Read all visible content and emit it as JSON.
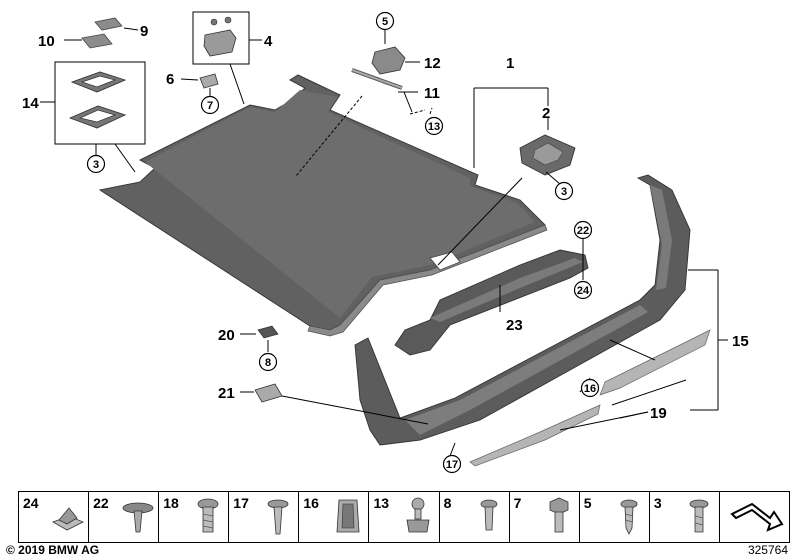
{
  "callouts": {
    "n1": "1",
    "n2": "2",
    "n3a": "3",
    "n3b": "3",
    "n4": "4",
    "n5": "5",
    "n6": "6",
    "n7": "7",
    "n8": "8",
    "n9": "9",
    "n10": "10",
    "n11": "11",
    "n12": "12",
    "n13": "13",
    "n14": "14",
    "n15": "15",
    "n16": "16",
    "n17": "17",
    "n19": "19",
    "n20": "20",
    "n21": "21",
    "n22": "22",
    "n23": "23",
    "n24": "24"
  },
  "legend": {
    "items": [
      {
        "number": "24",
        "icon": "spring-nut-icon"
      },
      {
        "number": "22",
        "icon": "push-rivet-icon"
      },
      {
        "number": "18",
        "icon": "torx-bolt-icon"
      },
      {
        "number": "17",
        "icon": "expanding-rivet-icon"
      },
      {
        "number": "16",
        "icon": "clip-icon"
      },
      {
        "number": "13",
        "icon": "ball-stud-icon"
      },
      {
        "number": "8",
        "icon": "screw-icon"
      },
      {
        "number": "7",
        "icon": "hex-bolt-icon"
      },
      {
        "number": "5",
        "icon": "tapping-screw-icon"
      },
      {
        "number": "3",
        "icon": "torx-screw-icon"
      }
    ]
  },
  "footer": {
    "copyright": "© 2019 BMW AG",
    "doc_id": "325764"
  }
}
